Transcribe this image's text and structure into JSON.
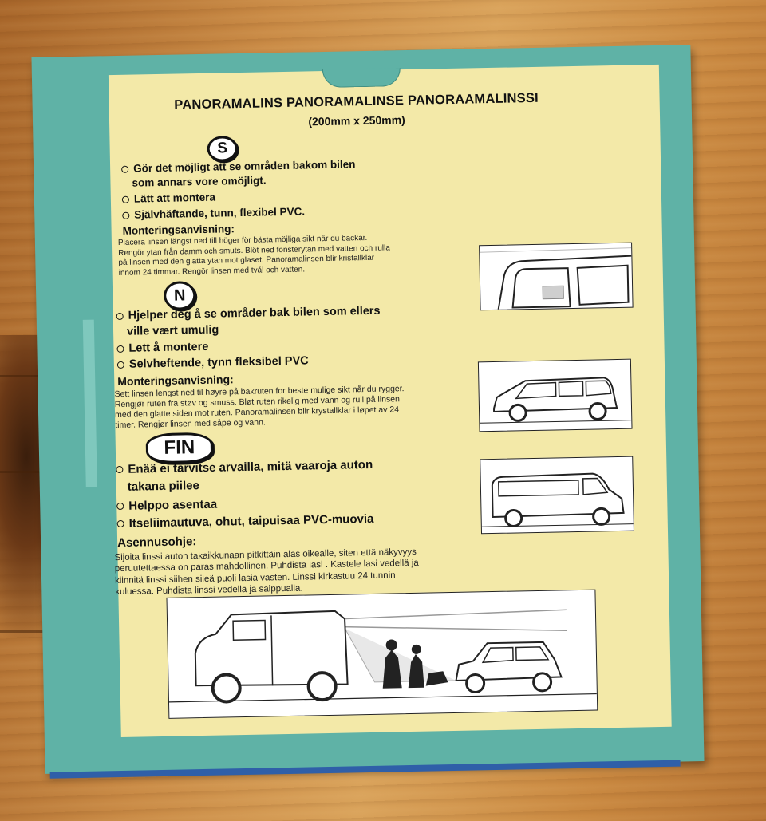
{
  "header": {
    "title": "PANORAMALINS PANORAMALINSE PANORAAMALINSSI",
    "size": "(200mm x 250mm)"
  },
  "swedish": {
    "badge": "S",
    "bullets": [
      "Gör det möjligt att se områden bakom bilen",
      "som annars vore omöjligt.",
      "Lätt att montera",
      "Självhäftande, tunn, flexibel PVC."
    ],
    "heading": "Monteringsanvisning:",
    "lines": [
      "Placera linsen längst ned till höger för bästa möjliga sikt när du backar.",
      "Rengör ytan från damm och smuts.  Blöt ned fönsterytan med vatten och rulla",
      "på linsen med den glatta ytan mot glaset. Panoramalinsen blir kristallklar",
      "innom 24 timmar. Rengör linsen med tvål och vatten."
    ]
  },
  "norwegian": {
    "badge": "N",
    "bullets": [
      "Hjelper deg å se områder bak bilen som ellers",
      "ville vært umulig",
      "Lett å montere",
      "Selvheftende, tynn fleksibel PVC"
    ],
    "heading": "Monteringsanvisning:",
    "lines": [
      "Sett linsen lengst ned til høyre på bakruten for beste mulige sikt når du rygger.",
      "Rengjør ruten fra støv og smuss. Bløt ruten rikelig med vann og rull på linsen",
      "med den glatte siden mot ruten. Panoramalinsen blir krystallklar i løpet av 24",
      "timer. Rengjør linsen med såpe og vann."
    ]
  },
  "finnish": {
    "badge": "FIN",
    "bullets": [
      "Enää ei tarvitse arvailla, mitä vaaroja auton",
      "takana piilee",
      "Helppo asentaa",
      "Itseliimautuva, ohut, taipuisaa PVC-muovia"
    ],
    "heading": "Asennusohje:",
    "lines": [
      "Sijoita linssi auton takaikkunaan pitkittäin alas oikealle, siten että näkyvyys",
      "peruutettaessa on paras mahdollinen. Puhdista lasi . Kastele lasi vedellä ja",
      "kiinnitä linssi siihen sileä puoli lasia vasten. Linssi kirkastuu 24 tunnin",
      "kuluessa. Puhdista linssi vedellä ja saippualla."
    ]
  },
  "colors": {
    "card": "#5fb2a6",
    "panel": "#f3e9a8",
    "wood": "#c98a45"
  },
  "icons": [
    "bullet-circle-icon",
    "van-rear-window-icon",
    "minivan-side-icon",
    "van-side-icon",
    "reversing-van-scene-icon"
  ]
}
